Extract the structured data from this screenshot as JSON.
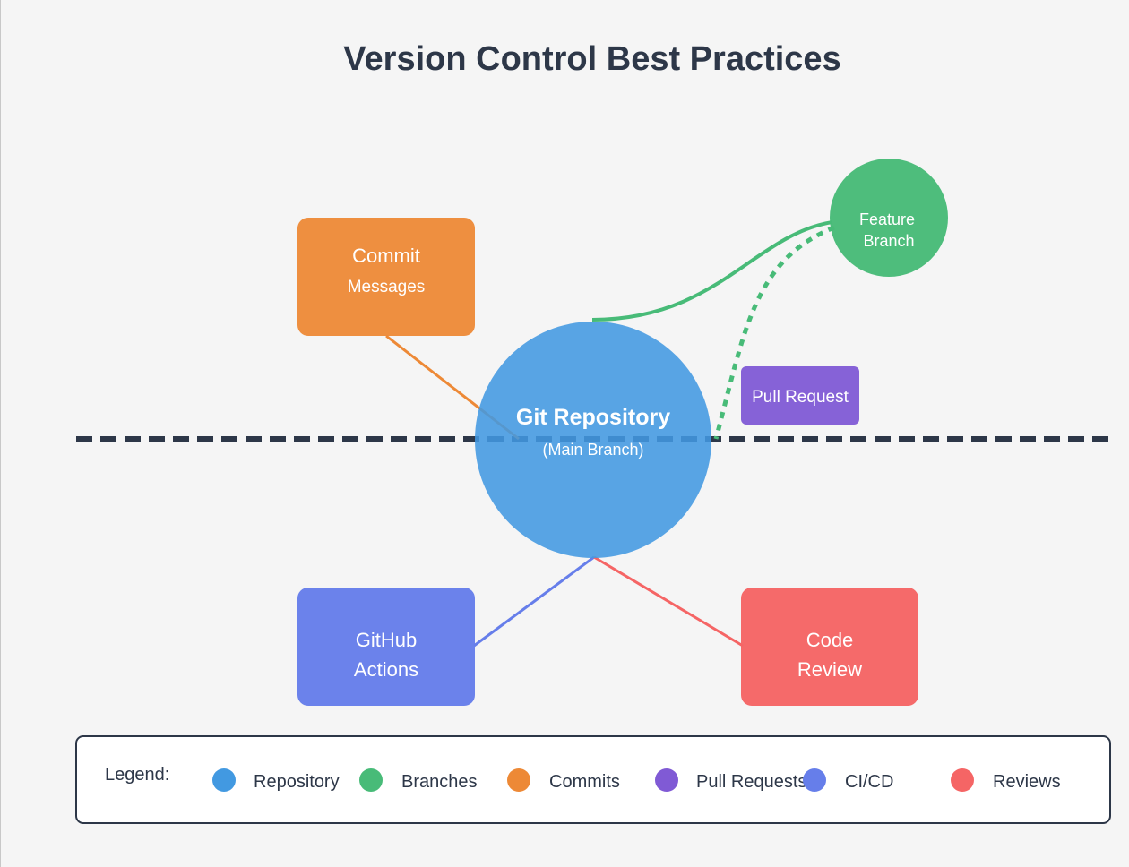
{
  "title": "Version Control Best Practices",
  "colors": {
    "repository": "#4299e1",
    "branches": "#48bb78",
    "commits": "#ed8936",
    "pull_requests": "#805ad5",
    "cicd": "#667eea",
    "reviews": "#f56565",
    "text_dark": "#2d3748"
  },
  "nodes": {
    "repository": {
      "title": "Git Repository",
      "subtitle": "(Main Branch)"
    },
    "feature_branch": {
      "line1": "Feature",
      "line2": "Branch"
    },
    "commit_messages": {
      "line1": "Commit",
      "line2": "Messages"
    },
    "pull_request": {
      "label": "Pull Request"
    },
    "github_actions": {
      "line1": "GitHub",
      "line2": "Actions"
    },
    "code_review": {
      "line1": "Code",
      "line2": "Review"
    }
  },
  "legend": {
    "heading": "Legend:",
    "items": [
      {
        "label": "Repository",
        "color": "#4299e1"
      },
      {
        "label": "Branches",
        "color": "#48bb78"
      },
      {
        "label": "Commits",
        "color": "#ed8936"
      },
      {
        "label": "Pull Requests",
        "color": "#805ad5"
      },
      {
        "label": "CI/CD",
        "color": "#667eea"
      },
      {
        "label": "Reviews",
        "color": "#f56565"
      }
    ]
  }
}
